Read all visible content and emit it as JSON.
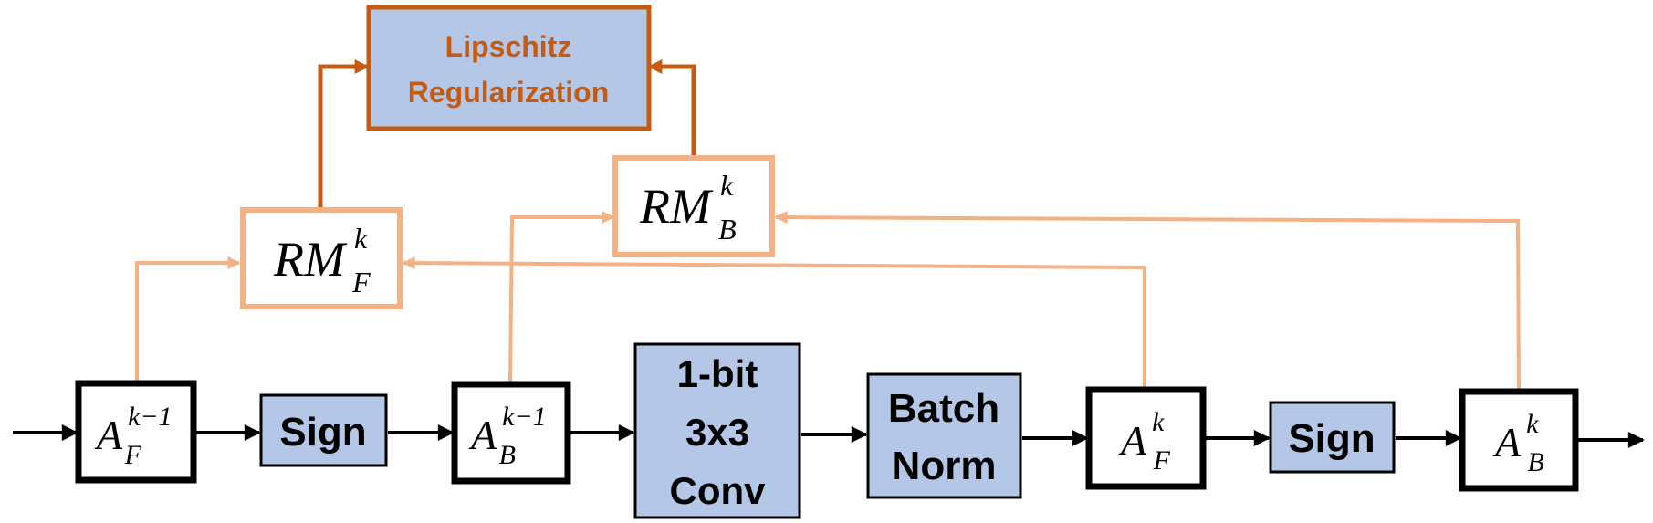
{
  "colors": {
    "block_fill": "#b4c7e7",
    "regularization_fill": "#b4c7e7",
    "regularization_accent": "#c55a11",
    "rm_border": "#f4b183",
    "black": "#000000"
  },
  "regularization": {
    "line1": "Lipschitz",
    "line2": "Regularization"
  },
  "rm_f": {
    "base": "RM",
    "sup": "k",
    "sub": "F"
  },
  "rm_b": {
    "base": "RM",
    "sup": "k",
    "sub": "B"
  },
  "a_f_prev": {
    "base": "A",
    "sup": "k−1",
    "sub": "F"
  },
  "sign1": {
    "label": "Sign"
  },
  "a_b_prev": {
    "base": "A",
    "sup": "k−1",
    "sub": "B"
  },
  "conv": {
    "line1": "1-bit",
    "line2": "3x3",
    "line3": "Conv"
  },
  "batchnorm": {
    "line1": "Batch",
    "line2": "Norm"
  },
  "a_f_k": {
    "base": "A",
    "sup": "k",
    "sub": "F"
  },
  "sign2": {
    "label": "Sign"
  },
  "a_b_k": {
    "base": "A",
    "sup": "k",
    "sub": "B"
  }
}
